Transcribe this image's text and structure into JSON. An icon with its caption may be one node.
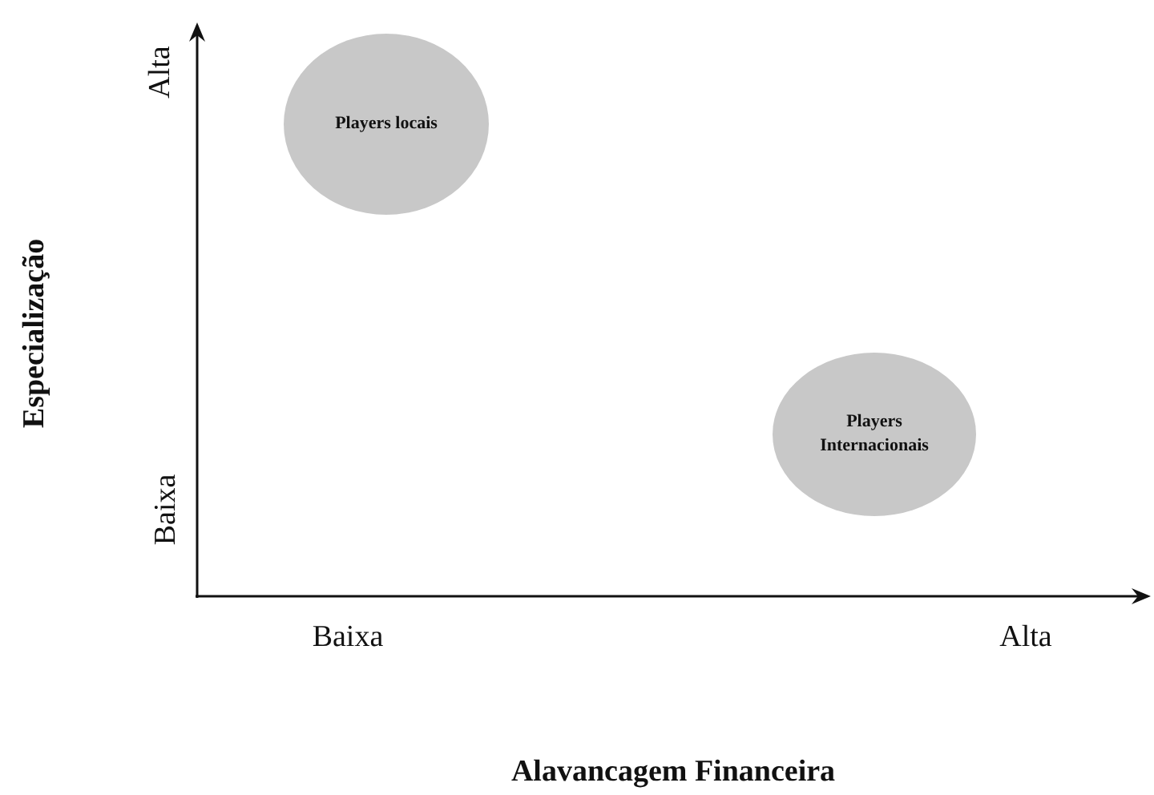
{
  "diagram": {
    "nodes": [
      {
        "text": [
          "Players locais"
        ]
      },
      {
        "text": [
          "Players Internacionais"
        ]
      }
    ],
    "labels": [
      "Alta",
      "Baixa",
      "Especialização",
      "Baixa",
      "Alta",
      "Alavancagem Financeira"
    ]
  }
}
